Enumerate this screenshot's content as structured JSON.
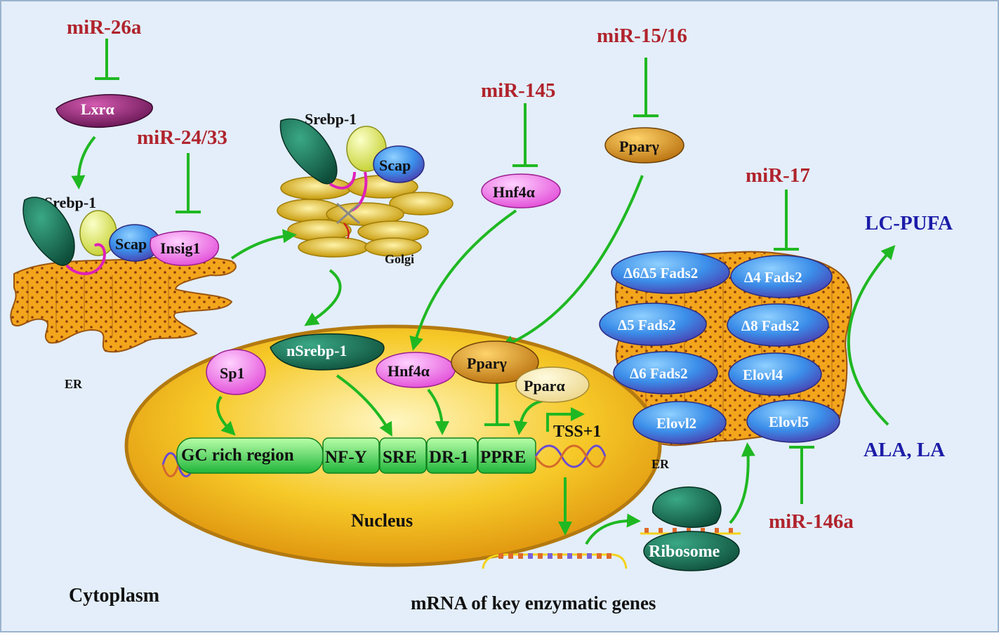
{
  "colors": {
    "background": "#e3eefa",
    "mirna": "#b0232c",
    "arrow": "#1fb822",
    "product": "#1c1ca8",
    "er_orange": "#f3a51c",
    "fads_blue": "#3b8ee9"
  },
  "mirnas": {
    "mir26a": "miR-26a",
    "mir2433": "miR-24/33",
    "mir145": "miR-145",
    "mir1516": "miR-15/16",
    "mir17": "miR-17",
    "mir146a": "miR-146a"
  },
  "proteins": {
    "lxra": "Lxrα",
    "srebp1_er": "Srebp-1",
    "scap_er": "Scap",
    "insig1": "Insig1",
    "srebp1_golgi": "Srebp-1",
    "scap_golgi": "Scap",
    "hnf4a_cyto": "Hnf4α",
    "ppary_cyto": "Pparγ",
    "nsrebp1": "nSrebp-1",
    "sp1": "Sp1",
    "hnf4a_nuc": "Hnf4α",
    "ppary_nuc": "Pparγ",
    "ppara": "Pparα"
  },
  "promoter": {
    "gc": "GC rich region",
    "nfy": "NF-Y",
    "sre": "SRE",
    "dr1": "DR-1",
    "ppre": "PPRE",
    "tss": "TSS+1"
  },
  "enzymes": {
    "d6d5": "Δ6Δ5 Fads2",
    "d5": "Δ5 Fads2",
    "d6": "Δ6 Fads2",
    "elovl2": "Elovl2",
    "d4": "Δ4 Fads2",
    "d8": "Δ8 Fads2",
    "elovl4": "Elovl4",
    "elovl5": "Elovl5"
  },
  "labels": {
    "er_left": "ER",
    "er_right": "ER",
    "golgi": "Golgi",
    "nucleus": "Nucleus",
    "cytoplasm": "Cytoplasm",
    "mrna": "mRNA of key enzymatic genes",
    "ribosome": "Ribosome",
    "lcpufa": "LC-PUFA",
    "alala": "ALA, LA"
  }
}
